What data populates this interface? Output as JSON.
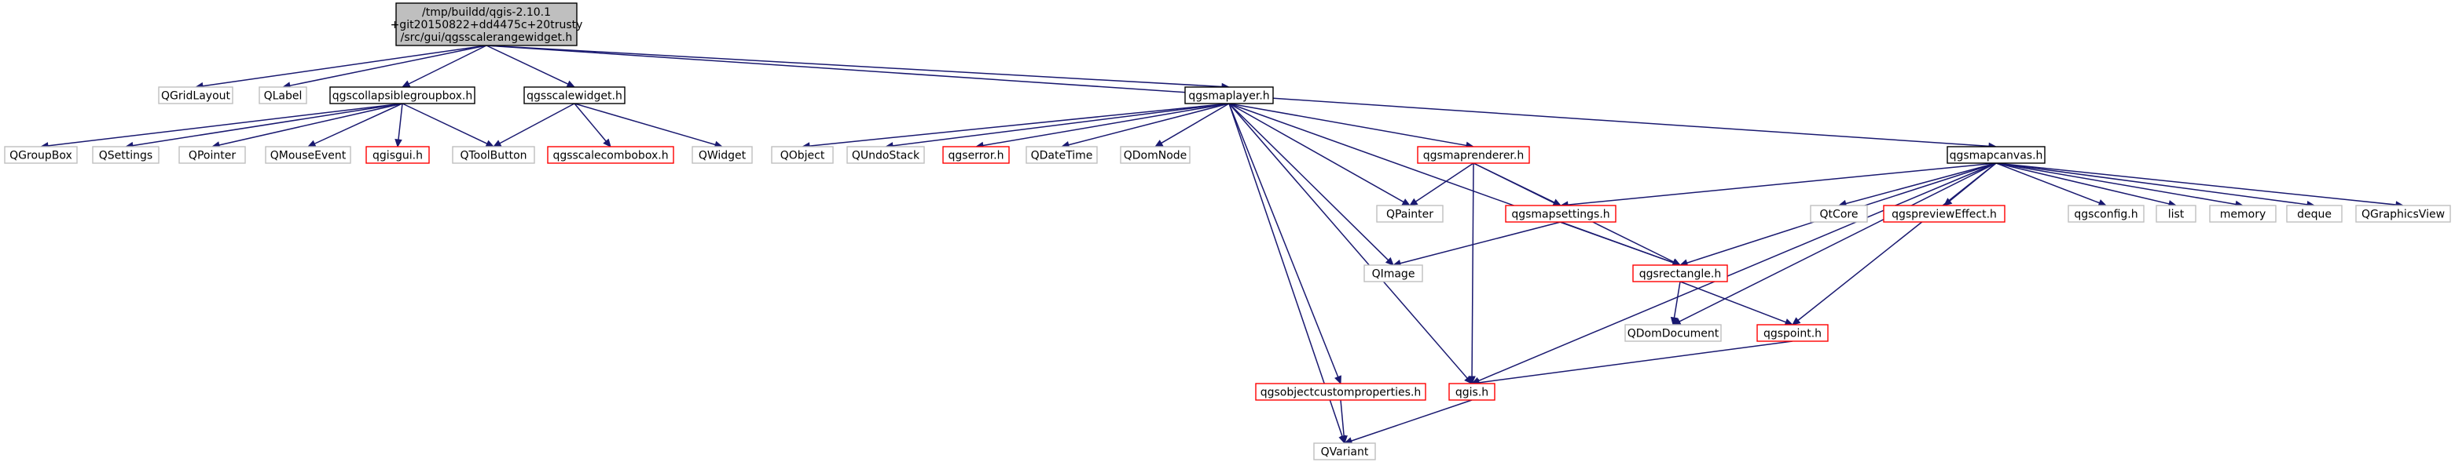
{
  "colors": {
    "edge": "#191970",
    "root_fill": "#bfbfbf",
    "box_black": "#000000",
    "box_red": "#ff0000",
    "box_gray": "#bfbfbf"
  },
  "nodes": [
    {
      "id": "root",
      "style": "root",
      "lines": [
        "/tmp/buildd/qgis-2.10.1",
        "+git20150822+dd4475c+20trusty",
        "/src/gui/qgsscalerangewidget.h"
      ]
    },
    {
      "id": "QGridLayout",
      "style": "gray",
      "lines": [
        "QGridLayout"
      ]
    },
    {
      "id": "QLabel",
      "style": "gray",
      "lines": [
        "QLabel"
      ]
    },
    {
      "id": "qgscollapsiblegroupbox",
      "style": "black",
      "lines": [
        "qgscollapsiblegroupbox.h"
      ]
    },
    {
      "id": "qgsscalewidget",
      "style": "black",
      "lines": [
        "qgsscalewidget.h"
      ]
    },
    {
      "id": "qgsmaplayer",
      "style": "black",
      "lines": [
        "qgsmaplayer.h"
      ]
    },
    {
      "id": "qgsmapcanvas",
      "style": "black",
      "lines": [
        "qgsmapcanvas.h"
      ]
    },
    {
      "id": "QGroupBox",
      "style": "gray",
      "lines": [
        "QGroupBox"
      ]
    },
    {
      "id": "QSettings",
      "style": "gray",
      "lines": [
        "QSettings"
      ]
    },
    {
      "id": "QPointer",
      "style": "gray",
      "lines": [
        "QPointer"
      ]
    },
    {
      "id": "QMouseEvent",
      "style": "gray",
      "lines": [
        "QMouseEvent"
      ]
    },
    {
      "id": "qgisgui",
      "style": "red",
      "lines": [
        "qgisgui.h"
      ]
    },
    {
      "id": "QToolButton",
      "style": "gray",
      "lines": [
        "QToolButton"
      ]
    },
    {
      "id": "qgsscalecombobox",
      "style": "red",
      "lines": [
        "qgsscalecombobox.h"
      ]
    },
    {
      "id": "QWidget",
      "style": "gray",
      "lines": [
        "QWidget"
      ]
    },
    {
      "id": "QObject",
      "style": "gray",
      "lines": [
        "QObject"
      ]
    },
    {
      "id": "QUndoStack",
      "style": "gray",
      "lines": [
        "QUndoStack"
      ]
    },
    {
      "id": "qgserror",
      "style": "red",
      "lines": [
        "qgserror.h"
      ]
    },
    {
      "id": "QDateTime",
      "style": "gray",
      "lines": [
        "QDateTime"
      ]
    },
    {
      "id": "QDomNode",
      "style": "gray",
      "lines": [
        "QDomNode"
      ]
    },
    {
      "id": "qgsmaprenderer",
      "style": "red",
      "lines": [
        "qgsmaprenderer.h"
      ]
    },
    {
      "id": "QPainter",
      "style": "gray",
      "lines": [
        "QPainter"
      ]
    },
    {
      "id": "qgsmapsettings",
      "style": "red",
      "lines": [
        "qgsmapsettings.h"
      ]
    },
    {
      "id": "QImage",
      "style": "gray",
      "lines": [
        "QImage"
      ]
    },
    {
      "id": "qgsrectangle",
      "style": "red",
      "lines": [
        "qgsrectangle.h"
      ]
    },
    {
      "id": "QDomDocument",
      "style": "gray",
      "lines": [
        "QDomDocument"
      ]
    },
    {
      "id": "qgspoint",
      "style": "red",
      "lines": [
        "qgspoint.h"
      ]
    },
    {
      "id": "qgsobjectcustomproperties",
      "style": "red",
      "lines": [
        "qgsobjectcustomproperties.h"
      ]
    },
    {
      "id": "qgis",
      "style": "red",
      "lines": [
        "qgis.h"
      ]
    },
    {
      "id": "QVariant",
      "style": "gray",
      "lines": [
        "QVariant"
      ]
    },
    {
      "id": "QtCore",
      "style": "gray",
      "lines": [
        "QtCore"
      ]
    },
    {
      "id": "qgspreviewEffect",
      "style": "red",
      "lines": [
        "qgspreviewEffect.h"
      ]
    },
    {
      "id": "qgsconfig",
      "style": "gray",
      "lines": [
        "qgsconfig.h"
      ]
    },
    {
      "id": "list",
      "style": "gray",
      "lines": [
        "list"
      ]
    },
    {
      "id": "memory",
      "style": "gray",
      "lines": [
        "memory"
      ]
    },
    {
      "id": "deque",
      "style": "gray",
      "lines": [
        "deque"
      ]
    },
    {
      "id": "QGraphicsView",
      "style": "gray",
      "lines": [
        "QGraphicsView"
      ]
    }
  ],
  "edges": [
    [
      "root",
      "QGridLayout"
    ],
    [
      "root",
      "QLabel"
    ],
    [
      "root",
      "qgscollapsiblegroupbox"
    ],
    [
      "root",
      "qgsscalewidget"
    ],
    [
      "root",
      "qgsmaplayer"
    ],
    [
      "root",
      "qgsmapcanvas"
    ],
    [
      "qgscollapsiblegroupbox",
      "QGroupBox"
    ],
    [
      "qgscollapsiblegroupbox",
      "QSettings"
    ],
    [
      "qgscollapsiblegroupbox",
      "QPointer"
    ],
    [
      "qgscollapsiblegroupbox",
      "QMouseEvent"
    ],
    [
      "qgscollapsiblegroupbox",
      "qgisgui"
    ],
    [
      "qgscollapsiblegroupbox",
      "QToolButton"
    ],
    [
      "qgsscalewidget",
      "QToolButton"
    ],
    [
      "qgsscalewidget",
      "qgsscalecombobox"
    ],
    [
      "qgsscalewidget",
      "QWidget"
    ],
    [
      "qgsmaplayer",
      "QObject"
    ],
    [
      "qgsmaplayer",
      "QUndoStack"
    ],
    [
      "qgsmaplayer",
      "qgserror"
    ],
    [
      "qgsmaplayer",
      "QDateTime"
    ],
    [
      "qgsmaplayer",
      "QDomNode"
    ],
    [
      "qgsmaplayer",
      "qgsmaprenderer"
    ],
    [
      "qgsmaplayer",
      "QPainter"
    ],
    [
      "qgsmaplayer",
      "QImage"
    ],
    [
      "qgsmaplayer",
      "qgsrectangle"
    ],
    [
      "qgsmaplayer",
      "qgsobjectcustomproperties"
    ],
    [
      "qgsmaplayer",
      "qgis"
    ],
    [
      "qgsmaplayer",
      "QVariant"
    ],
    [
      "qgsmaprenderer",
      "QPainter"
    ],
    [
      "qgsmaprenderer",
      "qgsmapsettings"
    ],
    [
      "qgsmaprenderer",
      "qgsrectangle"
    ],
    [
      "qgsmaprenderer",
      "qgis"
    ],
    [
      "qgsmapsettings",
      "QImage"
    ],
    [
      "qgsmapsettings",
      "qgsrectangle"
    ],
    [
      "qgsrectangle",
      "QDomDocument"
    ],
    [
      "qgsrectangle",
      "qgspoint"
    ],
    [
      "qgspoint",
      "qgis"
    ],
    [
      "qgsobjectcustomproperties",
      "QVariant"
    ],
    [
      "qgis",
      "QVariant"
    ],
    [
      "qgsmapcanvas",
      "qgsmapsettings"
    ],
    [
      "qgsmapcanvas",
      "qgsrectangle"
    ],
    [
      "qgsmapcanvas",
      "QDomDocument"
    ],
    [
      "qgsmapcanvas",
      "qgspoint"
    ],
    [
      "qgsmapcanvas",
      "qgis"
    ],
    [
      "qgsmapcanvas",
      "QtCore"
    ],
    [
      "qgsmapcanvas",
      "qgspreviewEffect"
    ],
    [
      "qgsmapcanvas",
      "qgsconfig"
    ],
    [
      "qgsmapcanvas",
      "list"
    ],
    [
      "qgsmapcanvas",
      "memory"
    ],
    [
      "qgsmapcanvas",
      "deque"
    ],
    [
      "qgsmapcanvas",
      "QGraphicsView"
    ]
  ]
}
